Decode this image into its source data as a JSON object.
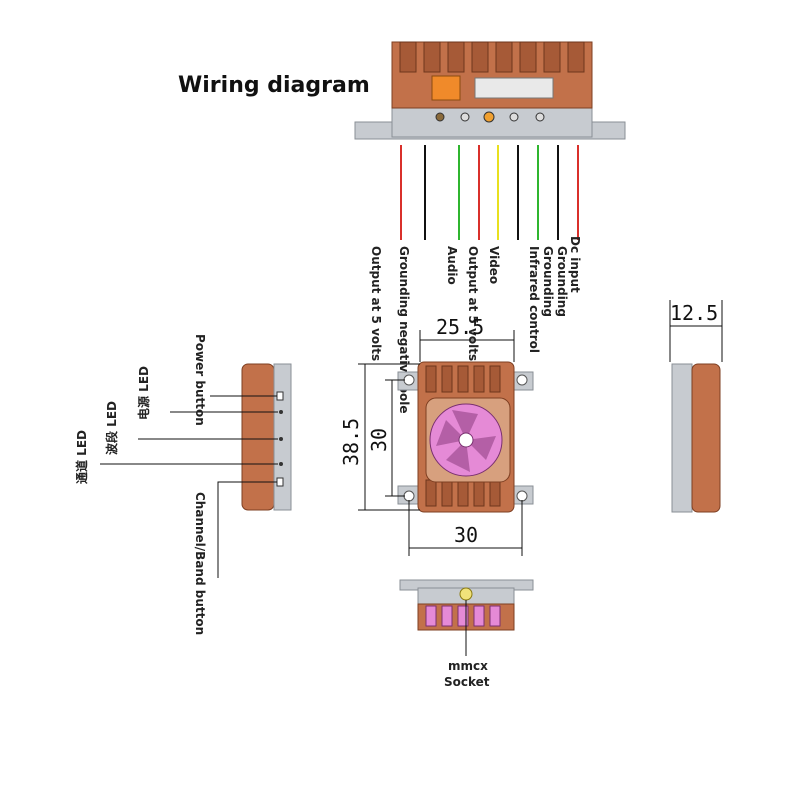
{
  "title": "Wiring diagram",
  "wires": [
    {
      "label": "Output at 5 volts",
      "color": "#d9302b"
    },
    {
      "label": "Grounding negative pole",
      "color": "#111111"
    },
    {
      "label": "Audio",
      "color": "#2fb52f"
    },
    {
      "label": "Output at 5 volts",
      "color": "#d9302b"
    },
    {
      "label": "Video",
      "color": "#e8e01f"
    },
    {
      "label": "Grounding",
      "color": "#111111"
    },
    {
      "label": "Infrared control",
      "color": "#2fb52f"
    },
    {
      "label": "Grounding",
      "color": "#111111"
    },
    {
      "label": "Dc input",
      "color": "#d9302b"
    }
  ],
  "side_labels": {
    "power_button": "Power button",
    "power_led": "电源 LED",
    "band_led": "波段 LED",
    "channel_led": "通道 LED",
    "channel_band_button": "Channel/Band button"
  },
  "dimensions": {
    "top_width": "25.5",
    "height_outer": "38.5",
    "height_inner": "30",
    "bottom_width": "30",
    "thickness": "12.5"
  },
  "socket": {
    "label_line1": "mmcx",
    "label_line2": "Socket"
  },
  "colors": {
    "copper": "#c2714a",
    "metal": "#c7cbd0",
    "fan": "#e58ad6"
  }
}
